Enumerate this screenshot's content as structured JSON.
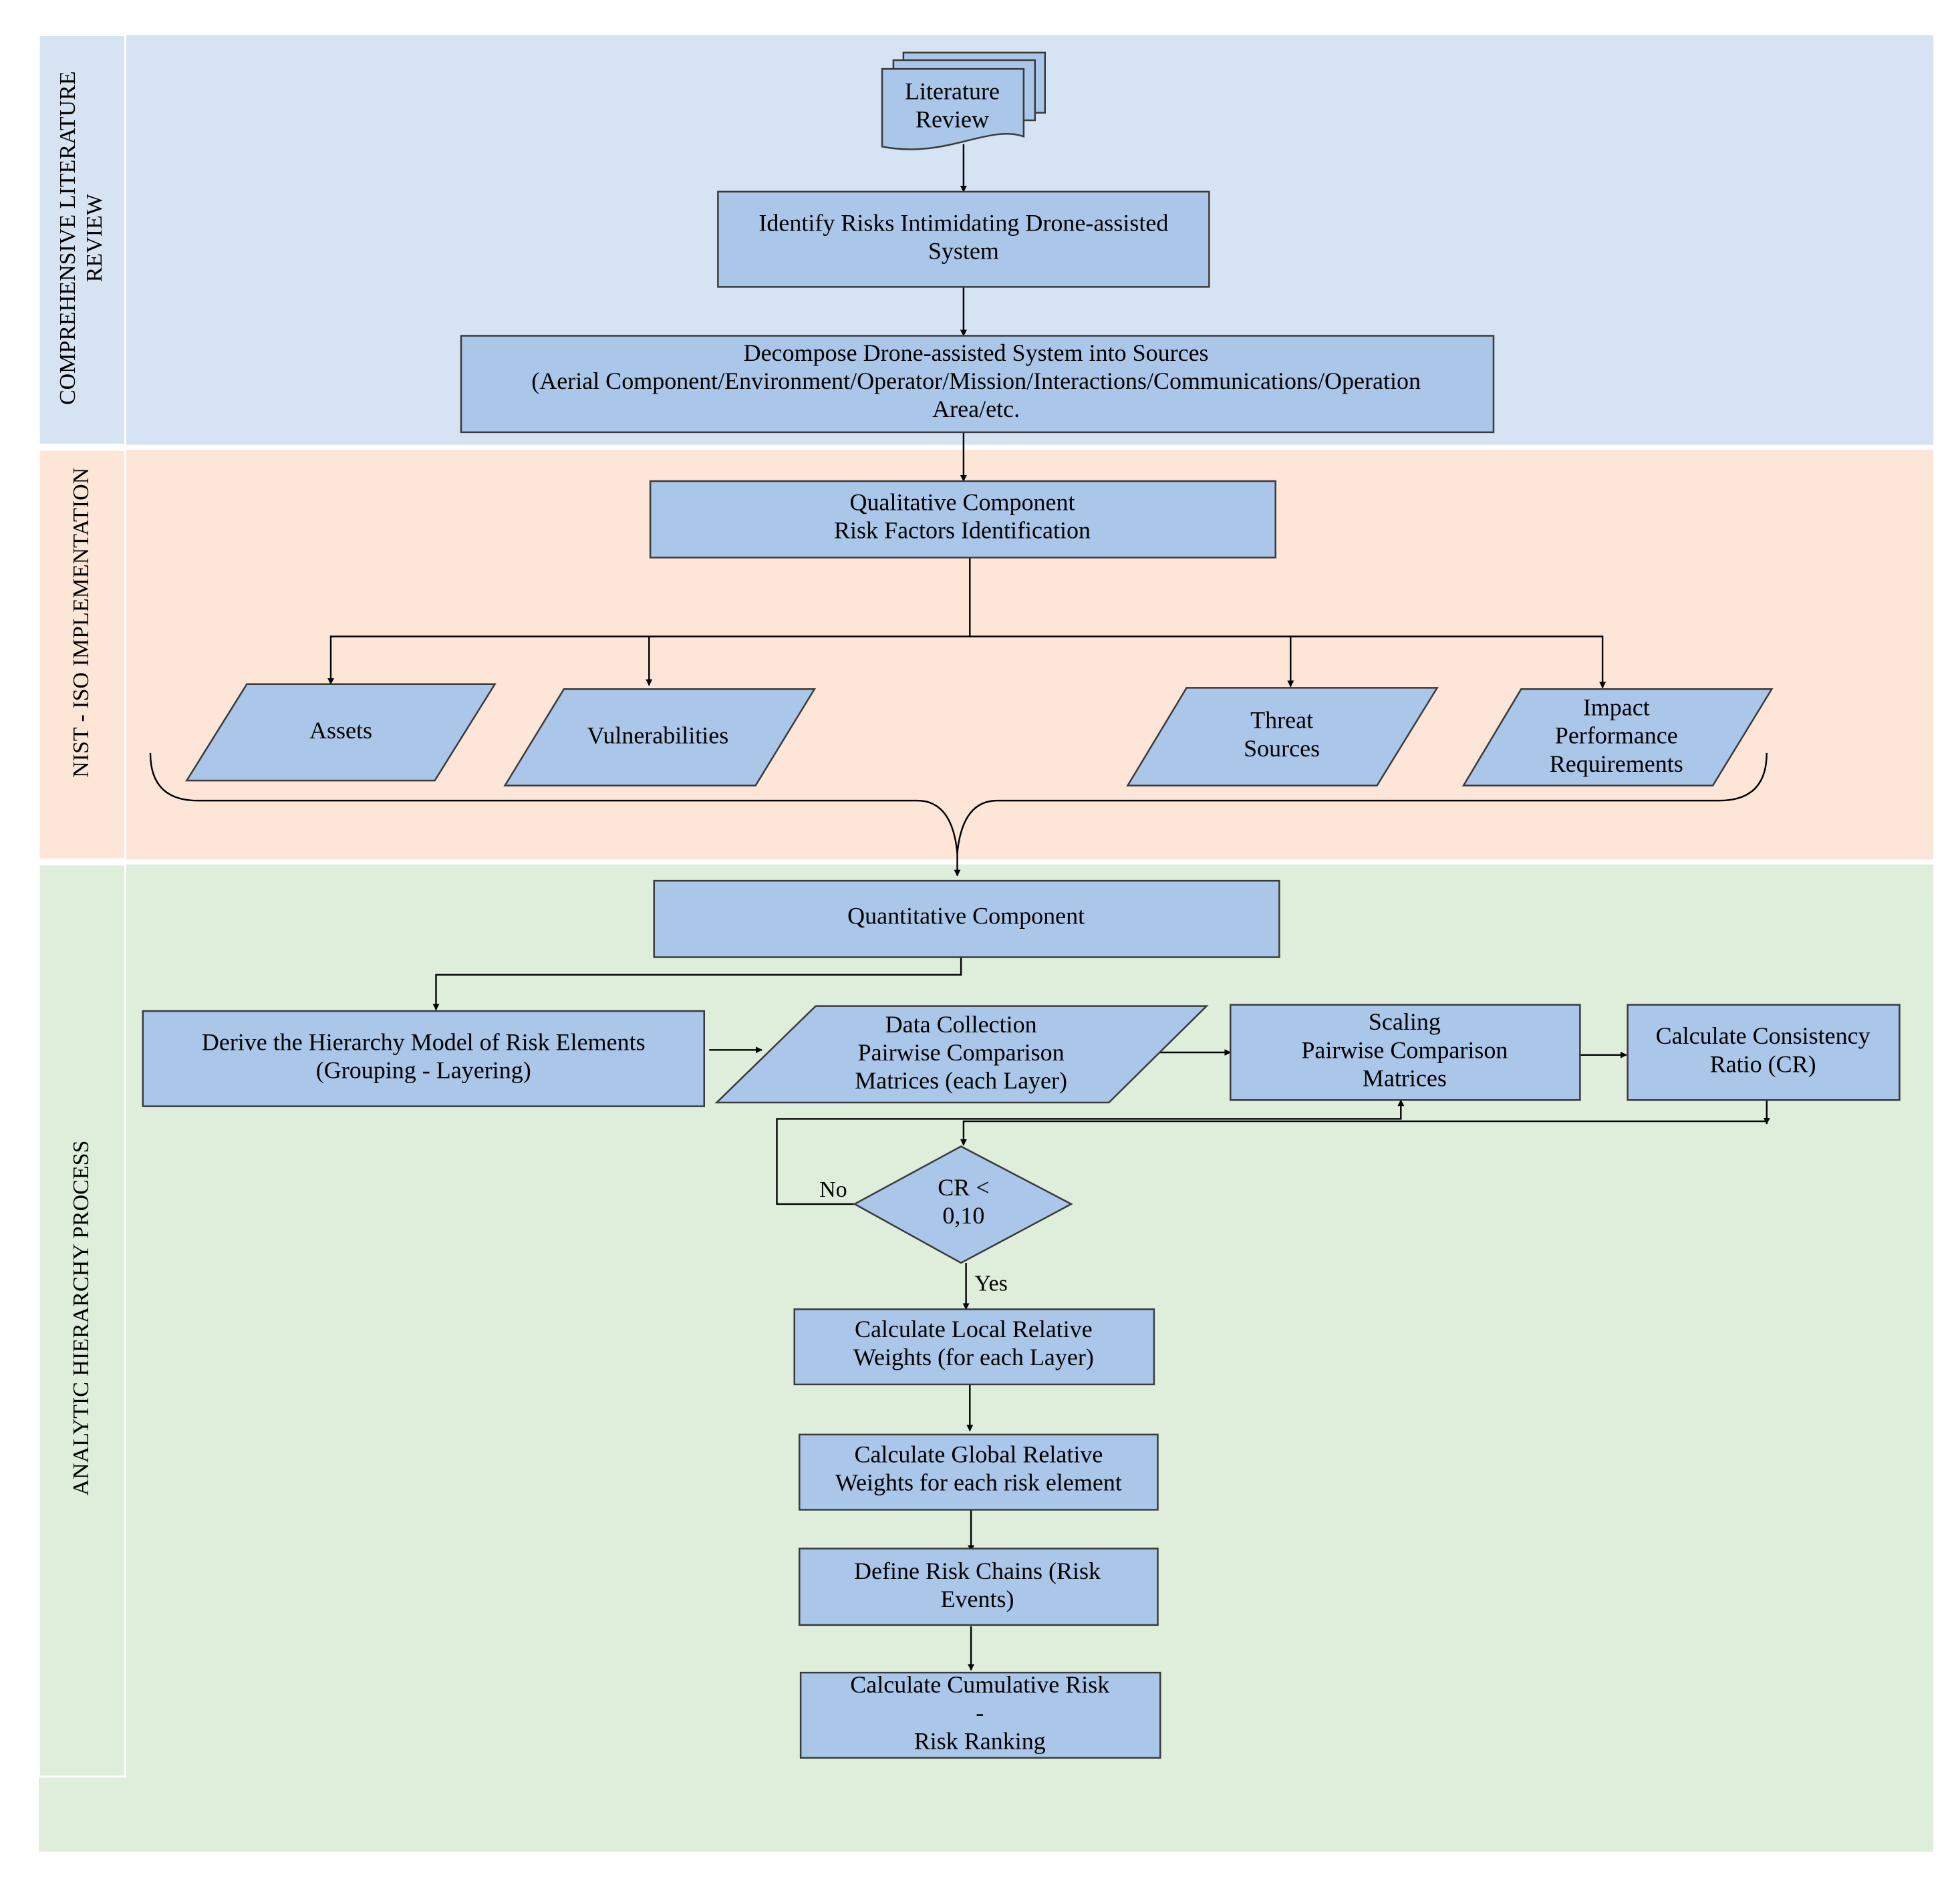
{
  "lanes": [
    {
      "id": "lit",
      "label": "COMPREHENSIVE LITERATURE REVIEW",
      "lines": [
        "COMPREHENSIVE LITERATURE",
        "REVIEW"
      ],
      "color": "#d6e3f3"
    },
    {
      "id": "nist",
      "label": "NIST - ISO IMPLEMENTATION",
      "lines": [
        "NIST - ISO IMPLEMENTATION"
      ],
      "color": "#fde5d8"
    },
    {
      "id": "ahp",
      "label": "ANALYTIC HIERARCHY PROCESS",
      "lines": [
        "ANALYTIC HIERARCHY PROCESS"
      ],
      "color": "#deeedb"
    }
  ],
  "colors": {
    "node_fill": "#aac6e8",
    "node_stroke": "#3a3a3a",
    "arrow": "#000000"
  },
  "nodes": {
    "literature": {
      "shape": "multi-document",
      "lines": [
        "Literature",
        "Review"
      ]
    },
    "identify": {
      "shape": "process",
      "lines": [
        "Identify Risks Intimidating Drone-assisted",
        "System"
      ]
    },
    "decompose": {
      "shape": "process",
      "lines": [
        "Decompose Drone-assisted System into Sources",
        "(Aerial Component/Environment/Operator/Mission/Interactions/Communications/Operation",
        "Area/etc."
      ]
    },
    "qualitative": {
      "shape": "process",
      "lines": [
        "Qualitative Component",
        "Risk Factors Identification"
      ]
    },
    "assets": {
      "shape": "data",
      "lines": [
        "Assets"
      ]
    },
    "vulnerabilities": {
      "shape": "data",
      "lines": [
        "Vulnerabilities"
      ]
    },
    "threat": {
      "shape": "data",
      "lines": [
        "Threat",
        "Sources"
      ]
    },
    "impact": {
      "shape": "data",
      "lines": [
        "Impact",
        "Performance",
        "Requirements"
      ]
    },
    "quantitative": {
      "shape": "process",
      "lines": [
        "Quantitative Component"
      ]
    },
    "hierarchy": {
      "shape": "process",
      "lines": [
        "Derive the Hierarchy Model of Risk Elements",
        "(Grouping - Layering)"
      ]
    },
    "datacollection": {
      "shape": "data",
      "lines": [
        "Data Collection",
        "Pairwise Comparison",
        "Matrices (each Layer)"
      ]
    },
    "scaling": {
      "shape": "process",
      "lines": [
        "Scaling",
        "Pairwise Comparison",
        "Matrices"
      ]
    },
    "consistency": {
      "shape": "process",
      "lines": [
        "Calculate Consistency",
        "Ratio (CR)"
      ]
    },
    "decision": {
      "shape": "decision",
      "lines": [
        "CR <",
        "0,10"
      ]
    },
    "local": {
      "shape": "process",
      "lines": [
        "Calculate Local Relative",
        "Weights (for each Layer)"
      ]
    },
    "global": {
      "shape": "process",
      "lines": [
        "Calculate Global Relative",
        "Weights for each risk element"
      ]
    },
    "chains": {
      "shape": "process",
      "lines": [
        "Define Risk Chains (Risk",
        "Events)"
      ]
    },
    "cumulative": {
      "shape": "process",
      "lines": [
        "Calculate Cumulative Risk",
        "-",
        "Risk Ranking"
      ]
    }
  },
  "edges": [
    {
      "id": "literature-identify",
      "from": "literature",
      "to": "identify",
      "label": ""
    },
    {
      "id": "identify-decompose",
      "from": "identify",
      "to": "decompose",
      "label": ""
    },
    {
      "id": "decompose-qualitative",
      "from": "decompose",
      "to": "qualitative",
      "label": ""
    },
    {
      "id": "qualitative-assets",
      "from": "qualitative",
      "to": "assets",
      "label": ""
    },
    {
      "id": "qualitative-vulnerabilities",
      "from": "qualitative",
      "to": "vulnerabilities",
      "label": ""
    },
    {
      "id": "qualitative-threat",
      "from": "qualitative",
      "to": "threat",
      "label": ""
    },
    {
      "id": "qualitative-impact",
      "from": "qualitative",
      "to": "impact",
      "label": ""
    },
    {
      "id": "factors-quantitative",
      "from": "assets, vulnerabilities, threat, impact",
      "to": "quantitative",
      "label": ""
    },
    {
      "id": "quantitative-hierarchy",
      "from": "quantitative",
      "to": "hierarchy",
      "label": ""
    },
    {
      "id": "hierarchy-datacollection",
      "from": "hierarchy",
      "to": "datacollection",
      "label": ""
    },
    {
      "id": "datacollection-scaling",
      "from": "datacollection",
      "to": "scaling",
      "label": ""
    },
    {
      "id": "scaling-consistency",
      "from": "scaling",
      "to": "consistency",
      "label": ""
    },
    {
      "id": "consistency-decision",
      "from": "consistency",
      "to": "decision",
      "label": ""
    },
    {
      "id": "decision-scaling",
      "from": "decision",
      "to": "scaling",
      "label": "No"
    },
    {
      "id": "decision-local",
      "from": "decision",
      "to": "local",
      "label": "Yes"
    },
    {
      "id": "local-global",
      "from": "local",
      "to": "global",
      "label": ""
    },
    {
      "id": "global-chains",
      "from": "global",
      "to": "chains",
      "label": ""
    },
    {
      "id": "chains-cumulative",
      "from": "chains",
      "to": "cumulative",
      "label": ""
    }
  ]
}
